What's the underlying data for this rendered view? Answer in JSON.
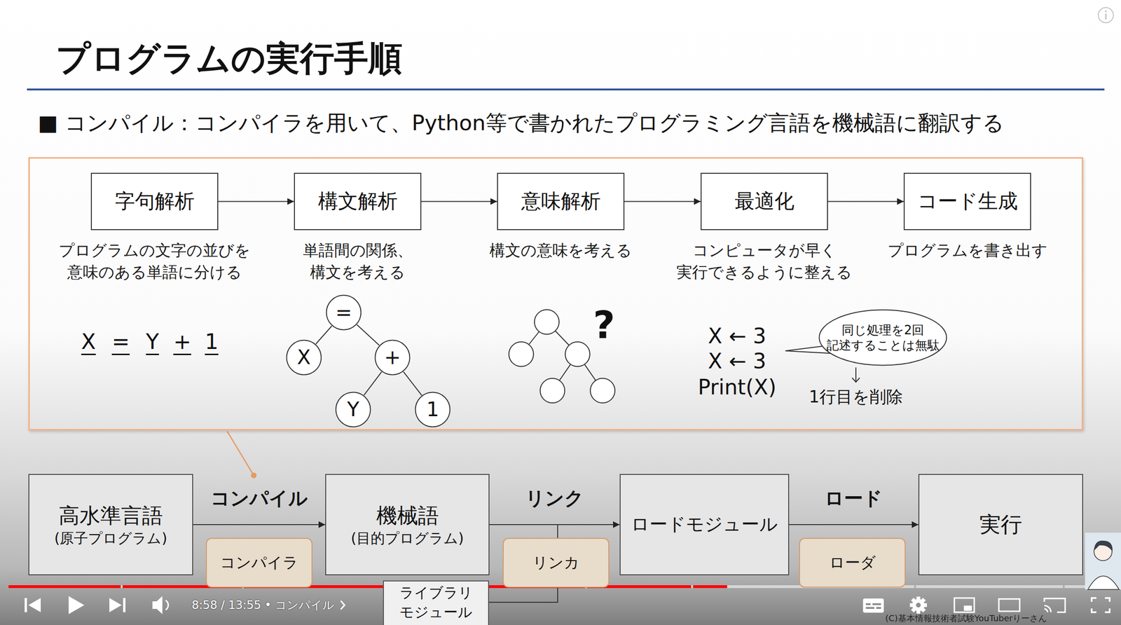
{
  "diagram": {
    "title": "プログラムの実行手順",
    "nodes": [
      {
        "text": [
          "X",
          "=",
          "Y",
          "+",
          "1",
          "?",
          "X ← 3",
          "X ← 3",
          "Print(X)",
          "1行目を削除"
        ]
      },
      {
        "text": [
          "字句解析",
          "プログラムの文字の並びを 意味のある単語に分ける"
        ],
        "in": 0
      },
      {
        "text": [
          "構文解析",
          "単語間の関係、 構文を考える"
        ],
        "in": 0
      },
      {
        "text": [
          "意味解析",
          "構文の意味を考える"
        ],
        "in": 0
      },
      {
        "text": [
          "最適化",
          "コンピュータが早く 実行できるように整える"
        ],
        "in": 0
      },
      {
        "text": [
          "コード生成",
          "プログラムを書き出す"
        ],
        "in": 0
      },
      {
        "text": [
          "="
        ],
        "in": 0
      },
      {
        "text": [
          "X"
        ],
        "in": 0
      },
      {
        "text": [
          "+"
        ],
        "in": 0
      },
      {
        "text": [
          "Y"
        ],
        "in": 0
      },
      {
        "text": [
          "1"
        ],
        "in": 0
      },
      {
        "text": [
          "同じ処理を2回 記述することは無駄"
        ],
        "in": 0
      },
      {
        "text": [
          "高水準言語",
          "(原子プログラム)"
        ]
      },
      {
        "text": [
          "機械語",
          "(目的プログラム)"
        ]
      },
      {
        "text": [
          "ロードモジュール"
        ]
      },
      {
        "text": [
          "実行"
        ]
      },
      {
        "text": [
          "コンパイラ"
        ]
      },
      {
        "text": [
          "リンカ"
        ]
      },
      {
        "text": [
          "ローダ"
        ]
      },
      {
        "text": [
          "ライブラリ モジュール"
        ]
      }
    ],
    "edges": [
      {
        "from": 1,
        "to": 2,
        "arrow": "to"
      },
      {
        "from": 2,
        "to": 3,
        "arrow": "to"
      },
      {
        "from": 3,
        "to": 4,
        "arrow": "to"
      },
      {
        "from": 4,
        "to": 5,
        "arrow": "to"
      },
      {
        "from": 6,
        "to": 7,
        "arrow": "none"
      },
      {
        "from": 6,
        "to": 8,
        "arrow": "none"
      },
      {
        "from": 8,
        "to": 9,
        "arrow": "none"
      },
      {
        "from": 8,
        "to": 10,
        "arrow": "none"
      },
      {
        "from": 12,
        "to": 13,
        "label": "コンパイル",
        "arrow": "to"
      },
      {
        "from": 13,
        "to": 14,
        "label": "リンク",
        "arrow": "to"
      },
      {
        "from": 19,
        "to": 14,
        "arrow": "to"
      },
      {
        "from": 14,
        "to": 15,
        "label": "ロード",
        "arrow": "to"
      }
    ],
    "labels": [
      "■ コンパイル：コンパイラを用いて、Python等で書かれたプログラミング言語を機械語に翻訳する",
      "8:58 / 13:55 • コンパイル",
      "(C)基本情報技術者試験YouTuberりーさん"
    ]
  }
}
